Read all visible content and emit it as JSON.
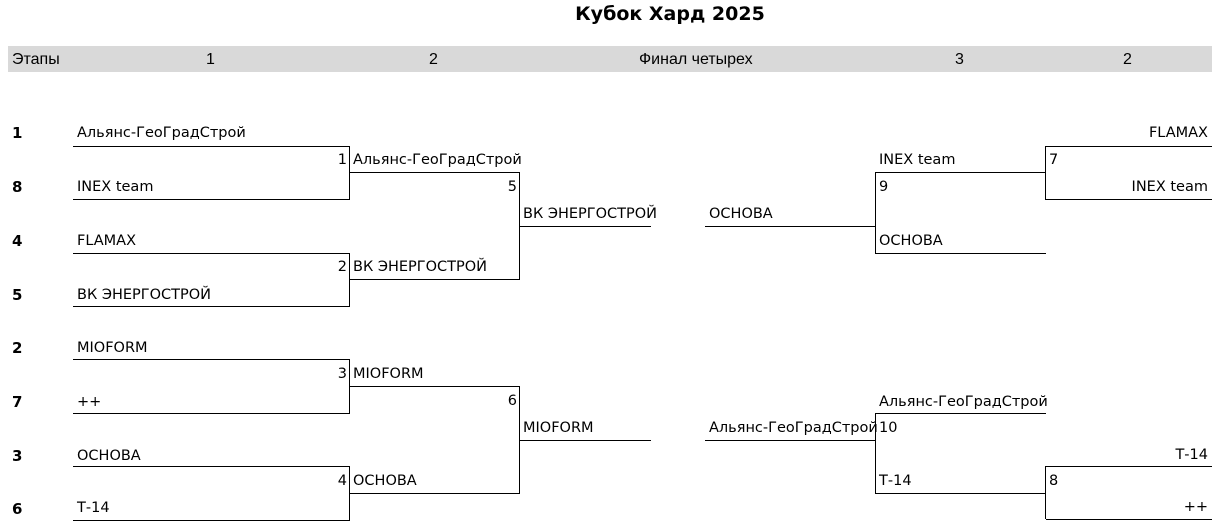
{
  "title": "Кубок Хард 2025",
  "stages": {
    "label": "Этапы",
    "round1": "1",
    "round2": "2",
    "final_four": "Финал четырех",
    "round3": "3",
    "round2_right": "2"
  },
  "seeds": [
    "1",
    "8",
    "4",
    "5",
    "2",
    "7",
    "3",
    "6"
  ],
  "round1": [
    {
      "match": "1",
      "team_a": "Альянс-ГеоГрадСтрой",
      "team_b": "INEX team"
    },
    {
      "match": "2",
      "team_a": "FLAMAX",
      "team_b": "ВК ЭНЕРГОСТРОЙ"
    },
    {
      "match": "3",
      "team_a": "MIOFORM",
      "team_b": "++"
    },
    {
      "match": "4",
      "team_a": "ОСНОВА",
      "team_b": "Т-14"
    }
  ],
  "round2": [
    {
      "match": "5",
      "team_a": "Альянс-ГеоГрадСтрой",
      "team_b": "ВК ЭНЕРГОСТРОЙ"
    },
    {
      "match": "6",
      "team_a": "MIOFORM",
      "team_b": "ОСНОВА"
    }
  ],
  "semifinal_winners": [
    "ВК ЭНЕРГОСТРОЙ",
    "MIOFORM"
  ],
  "final_four": {
    "left_top": "ОСНОВА",
    "left_bottom": "Альянс-ГеоГрадСтрой"
  },
  "right_round3": [
    {
      "match": "9",
      "team_a": "INEX team",
      "team_b": "ОСНОВА"
    },
    {
      "match": "10",
      "team_a": "Альянс-ГеоГрадСтрой",
      "team_b": "Т-14"
    }
  ],
  "right_round2": [
    {
      "match": "7",
      "team_a": "FLAMAX",
      "team_b": "INEX team"
    },
    {
      "match": "8",
      "team_a": "Т-14",
      "team_b": "++"
    }
  ]
}
